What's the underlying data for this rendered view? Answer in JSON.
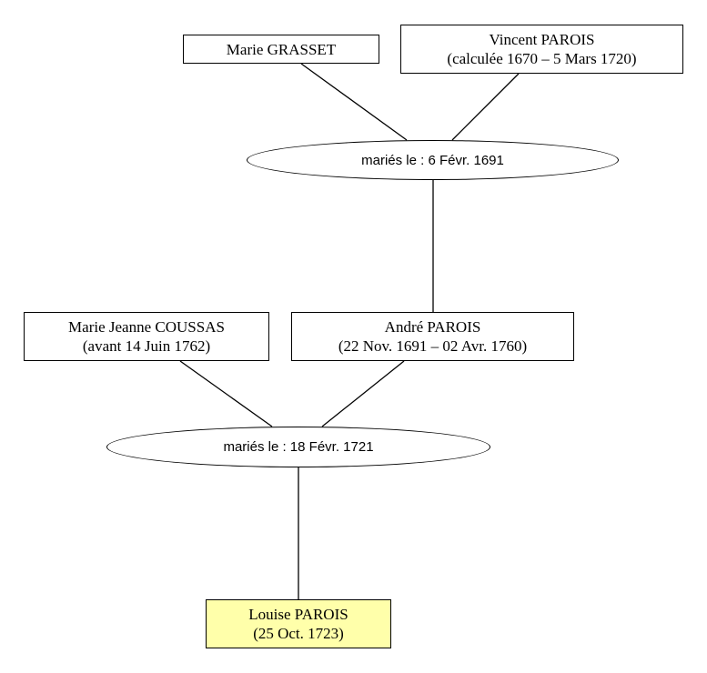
{
  "persons": {
    "marie_grasset": {
      "name": "Marie GRASSET"
    },
    "vincent_parois": {
      "name": "Vincent PAROIS",
      "dates": "(calculée 1670 – 5 Mars 1720)"
    },
    "marie_jeanne_coussas": {
      "name": "Marie Jeanne COUSSAS",
      "dates": "(avant 14 Juin 1762)"
    },
    "andre_parois": {
      "name": "André PAROIS",
      "dates": "(22 Nov. 1691 – 02 Avr. 1760)"
    },
    "louise_parois": {
      "name": "Louise PAROIS",
      "dates": "(25 Oct. 1723)"
    }
  },
  "marriages": {
    "m1691": {
      "label": "mariés le : 6 Févr. 1691"
    },
    "m1721": {
      "label": "mariés le : 18 Févr. 1721"
    }
  },
  "colors": {
    "highlight": "#ffffaa",
    "line": "#000000"
  }
}
